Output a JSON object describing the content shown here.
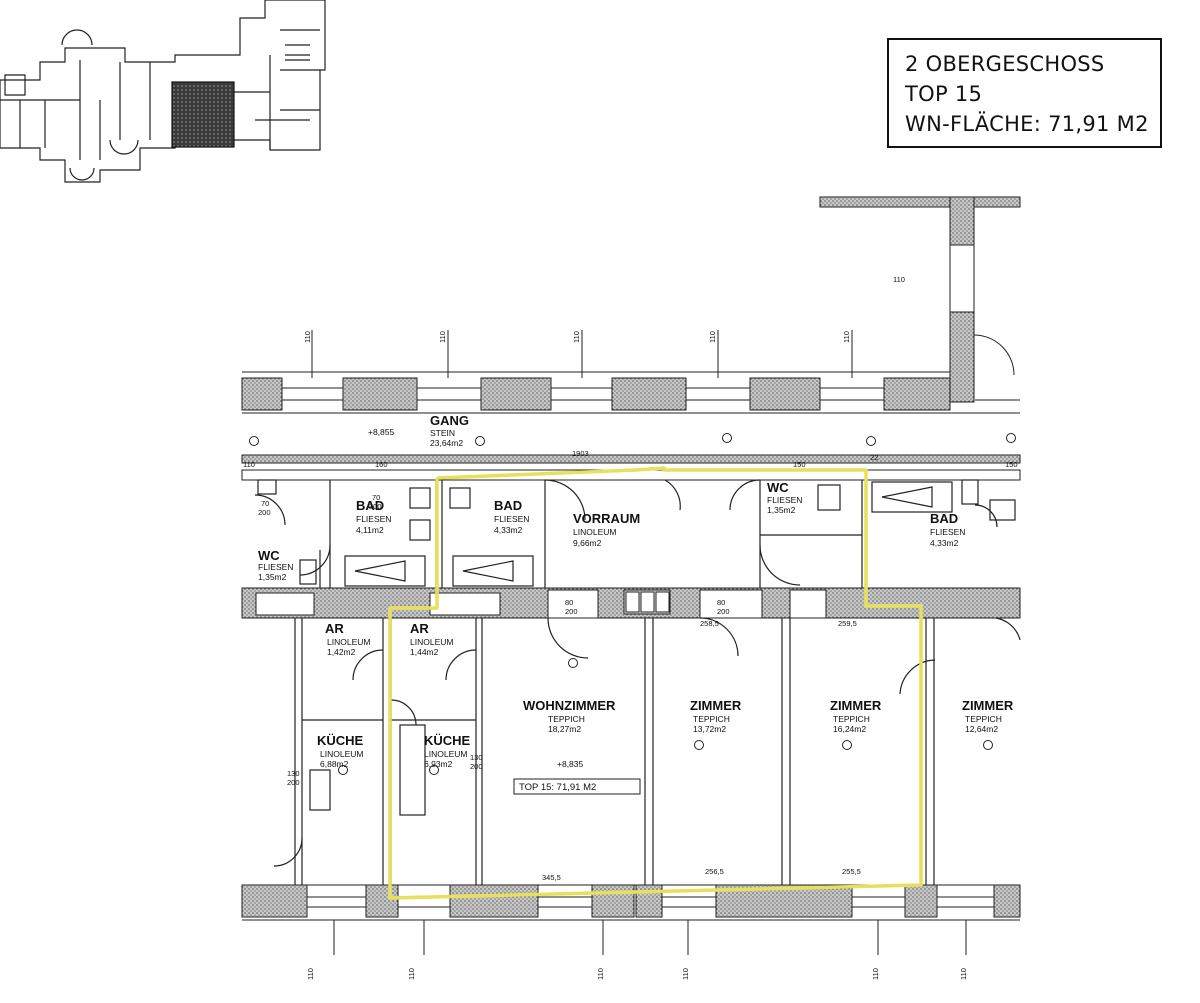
{
  "info_box": {
    "floor": "2 OBERGESCHOSS",
    "unit": "TOP 15",
    "area": "WN-FLÄCHE: 71,91 M2"
  },
  "plan_label": "TOP 15: 71,91 M2",
  "colors": {
    "highlight": "#e6e05a",
    "wall_hatch": "#9a9a9a",
    "ink": "#111111"
  },
  "rooms": {
    "gang": {
      "name": "GANG",
      "material": "STEIN",
      "area": "23,64m2"
    },
    "bad_1": {
      "name": "BAD",
      "material": "FLIESEN",
      "area": "4,11m2"
    },
    "bad_2": {
      "name": "BAD",
      "material": "FLIESEN",
      "area": "4,33m2"
    },
    "bad_3": {
      "name": "BAD",
      "material": "FLIESEN",
      "area": "4,33m2"
    },
    "wc_1": {
      "name": "WC",
      "material": "FLIESEN",
      "area": "1,35m2"
    },
    "wc_2": {
      "name": "WC",
      "material": "FLIESEN",
      "area": "1,35m2"
    },
    "vorraum": {
      "name": "VORRAUM",
      "material": "LINOLEUM",
      "area": "9,66m2"
    },
    "ar_1": {
      "name": "AR",
      "material": "LINOLEUM",
      "area": "1,42m2"
    },
    "ar_2": {
      "name": "AR",
      "material": "LINOLEUM",
      "area": "1,44m2"
    },
    "kueche_1": {
      "name": "KÜCHE",
      "material": "LINOLEUM",
      "area": "6,88m2"
    },
    "kueche_2": {
      "name": "KÜCHE",
      "material": "LINOLEUM",
      "area": "6,93m2"
    },
    "wohnzimmer": {
      "name": "WOHNZIMMER",
      "material": "TEPPICH",
      "area": "18,27m2"
    },
    "zimmer_1": {
      "name": "ZIMMER",
      "material": "TEPPICH",
      "area": "13,72m2"
    },
    "zimmer_2": {
      "name": "ZIMMER",
      "material": "TEPPICH",
      "area": "16,24m2"
    },
    "zimmer_3": {
      "name": "ZIMMER",
      "material": "TEPPICH",
      "area": "12,64m2"
    }
  },
  "levels": {
    "gang": "+8,855",
    "wohnzimmer": "+8,835"
  },
  "dimensions": {
    "d110": "110",
    "d160": "160",
    "d150": "150",
    "d1903": "1903",
    "d70": "70",
    "d200": "200",
    "d80": "80",
    "d130": "130",
    "d2585": "258,5",
    "d2595": "259,5",
    "d3455": "345,5",
    "d2565": "256,5",
    "d2555": "255,5",
    "d22": "22"
  }
}
